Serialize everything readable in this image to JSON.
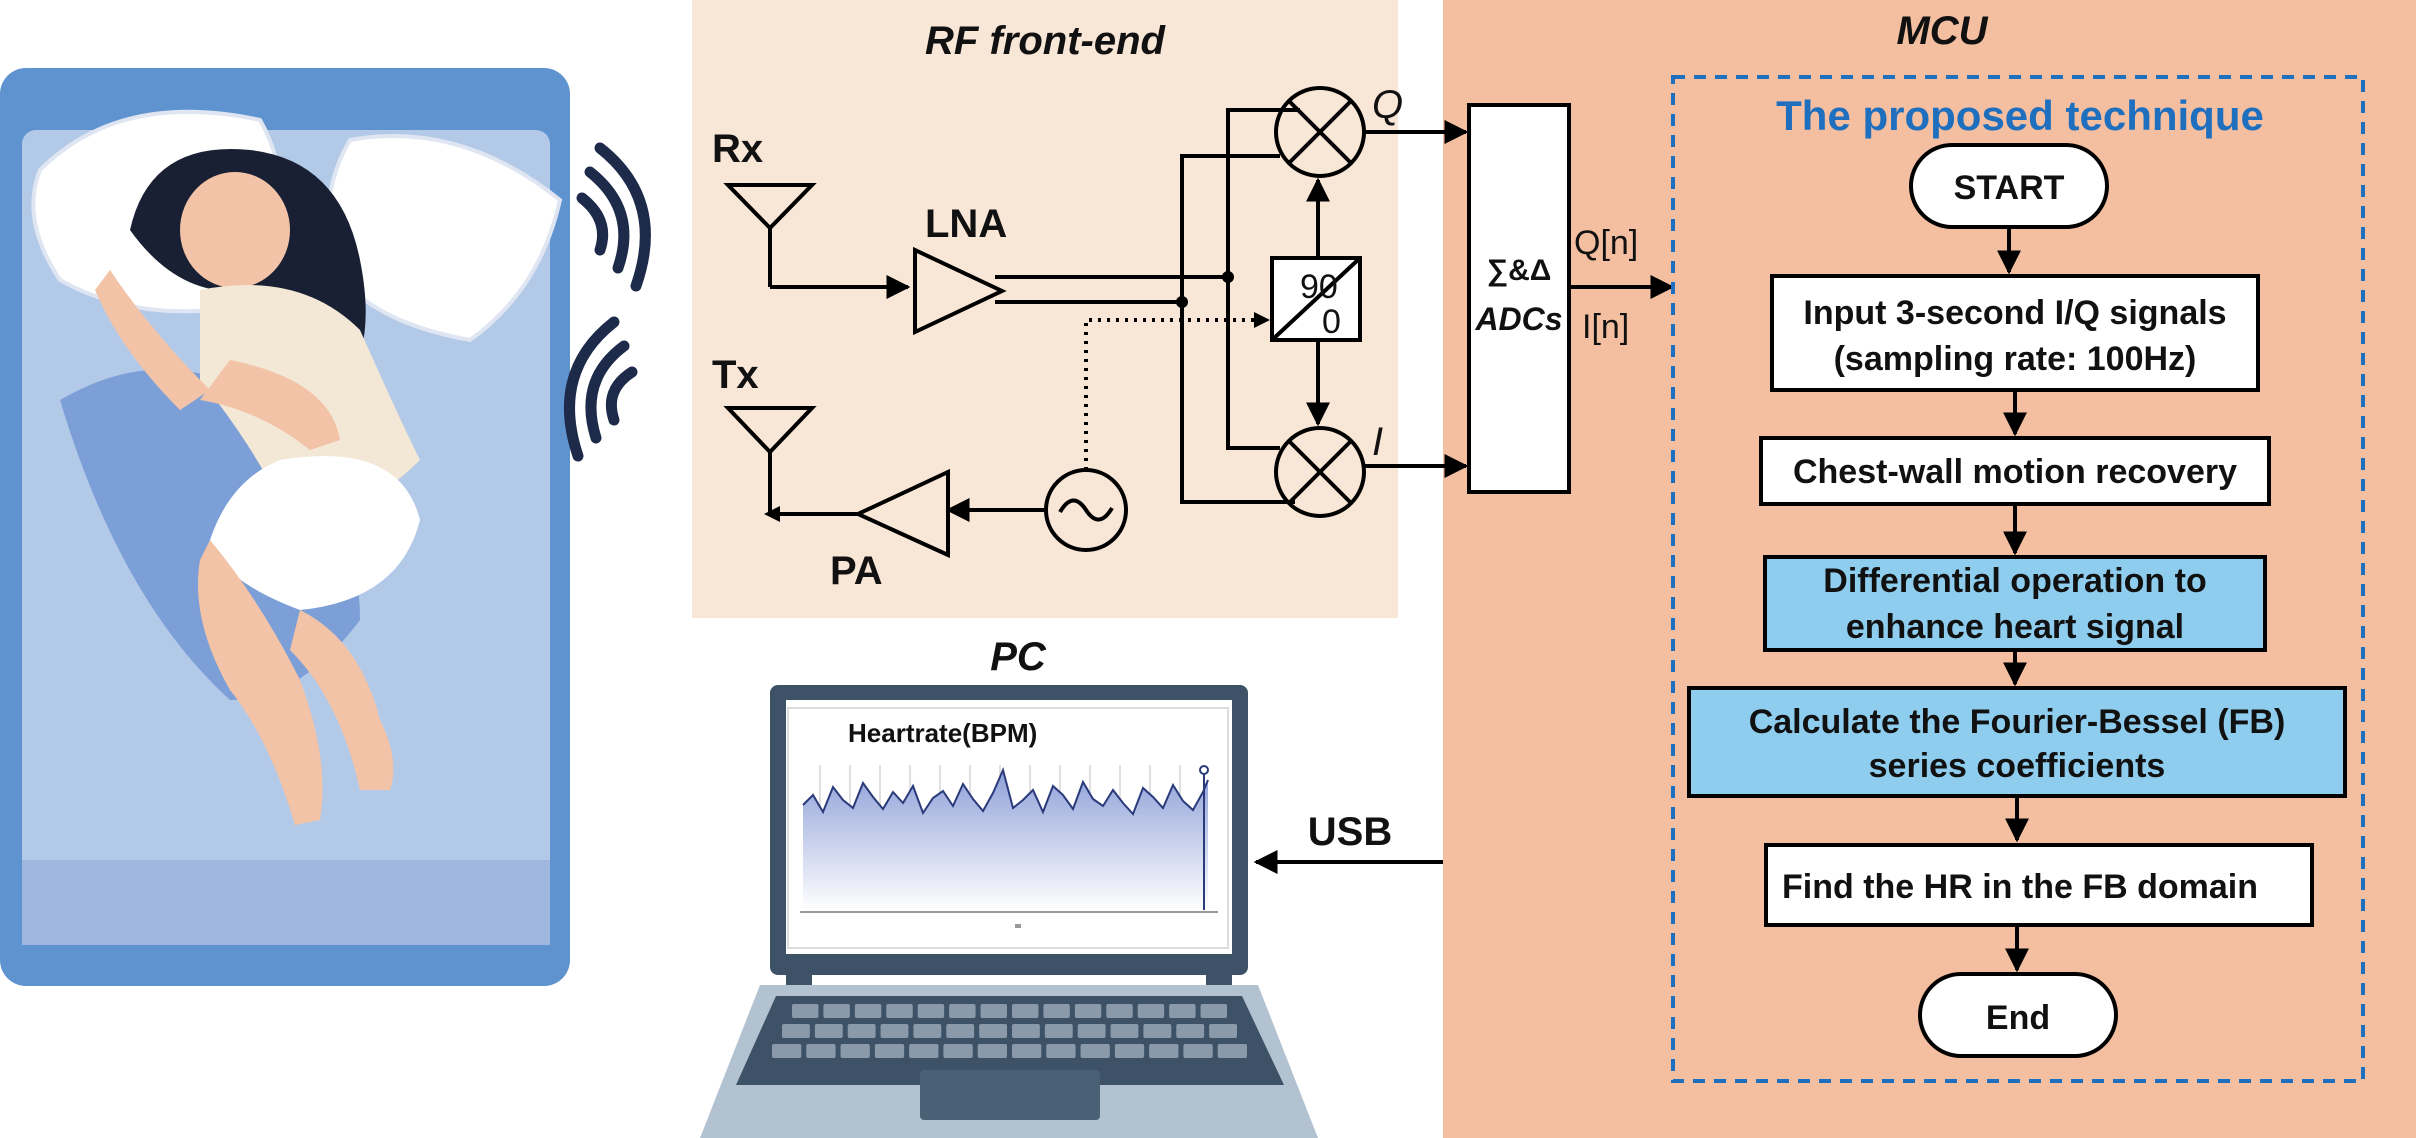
{
  "rf": {
    "title": "RF front-end",
    "rx": "Rx",
    "tx": "Tx",
    "lna": "LNA",
    "pa": "PA",
    "phase_top": "90",
    "phase_bottom": "0",
    "q": "Q",
    "i": "I"
  },
  "mcu": {
    "title": "MCU",
    "adc_top": "∑&Δ",
    "adc_bottom": "ADCs",
    "qn": "Q[n]",
    "in": "I[n]",
    "technique": "The proposed technique",
    "steps": [
      {
        "l1": "START",
        "l2": ""
      },
      {
        "l1": "Input 3-second I/Q signals",
        "l2": "(sampling rate: 100Hz)"
      },
      {
        "l1": "Chest-wall motion recovery",
        "l2": ""
      },
      {
        "l1": "Differential operation to",
        "l2": "enhance heart signal"
      },
      {
        "l1": "Calculate the Fourier-Bessel (FB)",
        "l2": "series coefficients"
      },
      {
        "l1": "Find the HR in the FB domain",
        "l2": ""
      },
      {
        "l1": "End",
        "l2": ""
      }
    ]
  },
  "pc": {
    "title": "PC",
    "link": "USB",
    "screen_title": "Heartrate(BPM)"
  },
  "colors": {
    "rf_bg": "#f8e6d6",
    "mcu_bg": "#f4bea0",
    "flow_highlight": "#8fcdee",
    "technique_blue": "#1f6fbf",
    "bed_blue": "#5b8fcf"
  },
  "icons": [
    "radio-waves-icon",
    "antenna-icon",
    "amplifier-icon",
    "oscillator-icon",
    "mixer-icon",
    "phase-shifter-icon",
    "laptop-icon",
    "sleeping-person-icon"
  ]
}
